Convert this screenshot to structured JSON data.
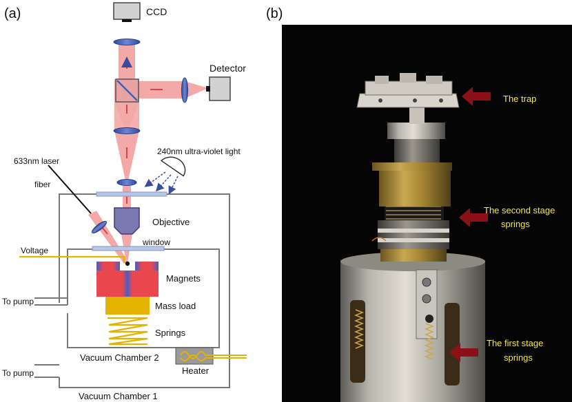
{
  "panels": {
    "a": "(a)",
    "b": "(b)"
  },
  "diagram": {
    "ccd": "CCD",
    "detector": "Detector",
    "uv_light": "240nm ultra-violet light",
    "laser": "633nm laser",
    "fiber": "fiber",
    "objective": "Objective",
    "window": "window",
    "voltage": "Voltage",
    "magnets": "Magnets",
    "mass_load": "Mass load",
    "springs": "Springs",
    "to_pump_upper": "To pump",
    "to_pump_lower": "To pump",
    "chamber2": "Vacuum Chamber 2",
    "heater": "Heater",
    "chamber1": "Vacuum Chamber 1"
  },
  "photo": {
    "trap": "The trap",
    "second_stage_1": "The second stage",
    "second_stage_2": "springs",
    "first_stage_1": "The first stage",
    "first_stage_2": "springs"
  },
  "colors": {
    "beam": "#f4a9a9",
    "lens": "#4a62b5",
    "magnet_red": "#e8484d",
    "magnet_blue": "#4a5cc4",
    "mass_load": "#e2b400",
    "wire": "#e2b400",
    "objective": "#7b78b2",
    "photo_label": "#f2e84a",
    "arrow_dark_red": "#8b1018"
  }
}
